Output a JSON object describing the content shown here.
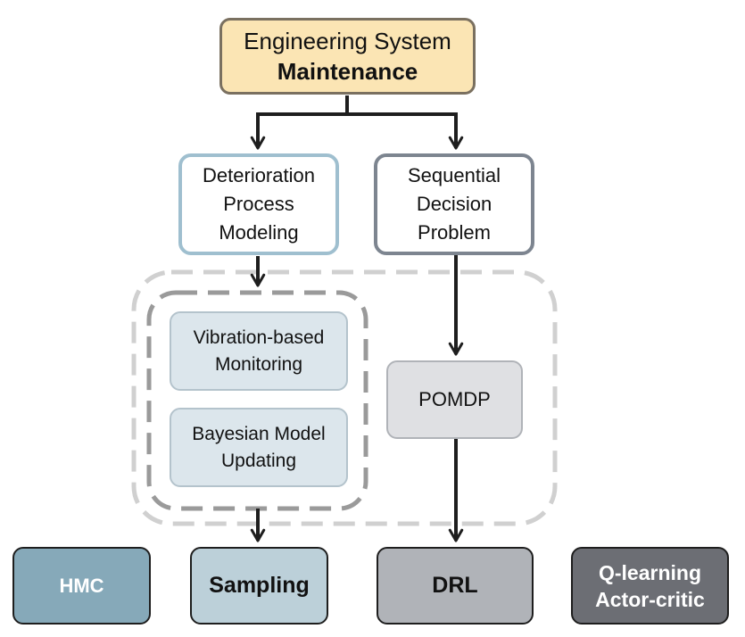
{
  "diagram": {
    "root": {
      "line1": "Engineering System",
      "line2": "Maintenance"
    },
    "deterioration": {
      "lines": [
        "Deterioration",
        "Process",
        "Modeling"
      ]
    },
    "sequential": {
      "lines": [
        "Sequential",
        "Decision",
        "Problem"
      ]
    },
    "vibration": {
      "lines": [
        "Vibration-based",
        "Monitoring"
      ]
    },
    "bayesian": {
      "lines": [
        "Bayesian Model",
        "Updating"
      ]
    },
    "pomdp": {
      "label": "POMDP"
    },
    "hmc": {
      "label": "HMC"
    },
    "sampling": {
      "label": "Sampling"
    },
    "drl": {
      "label": "DRL"
    },
    "qlearning": {
      "lines": [
        "Q-learning",
        "Actor-critic"
      ]
    }
  },
  "colors": {
    "root_fill": "#fbe5b4",
    "root_border": "#7a7060",
    "deterioration_border": "#9fbfcf",
    "sequential_border": "#7d8590",
    "inner_fill": "#dce6ec",
    "inner_border": "#b4c3cc",
    "pomdp_fill": "#dfe0e3",
    "pomdp_border": "#b0b3b8",
    "hmc_fill": "#86a9b9",
    "sampling_fill": "#bcd0d9",
    "drl_fill": "#b0b3b8",
    "qlearning_fill": "#6c6e74",
    "dashed": "#d0d0d0",
    "dashed_inner": "#9a9a9a",
    "arrow": "#1e1e1e"
  }
}
